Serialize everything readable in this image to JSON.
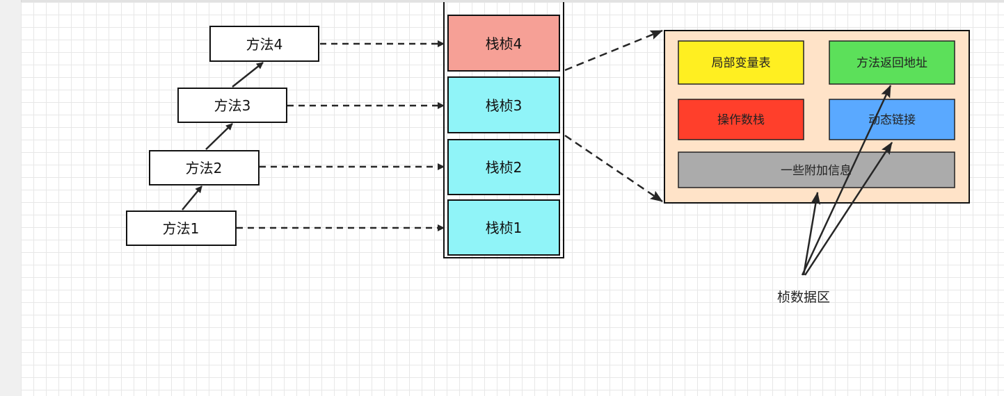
{
  "methods": [
    {
      "id": "m1",
      "label": "方法1"
    },
    {
      "id": "m2",
      "label": "方法2"
    },
    {
      "id": "m3",
      "label": "方法3"
    },
    {
      "id": "m4",
      "label": "方法4"
    }
  ],
  "frames": [
    {
      "id": "f1",
      "label": "栈桢1",
      "color": "#90f4f8"
    },
    {
      "id": "f2",
      "label": "栈桢2",
      "color": "#90f4f8"
    },
    {
      "id": "f3",
      "label": "栈桢3",
      "color": "#90f4f8"
    },
    {
      "id": "f4",
      "label": "栈桢4",
      "color": "#f6a096"
    }
  ],
  "frame_detail": {
    "background": "#ffe3c8",
    "items": [
      {
        "id": "local-vars",
        "label": "局部变量表",
        "color": "#ffef21"
      },
      {
        "id": "return-addr",
        "label": "方法返回地址",
        "color": "#5ce05a"
      },
      {
        "id": "operand-stack",
        "label": "操作数栈",
        "color": "#ff3f2b"
      },
      {
        "id": "dynamic-link",
        "label": "动态链接",
        "color": "#5aa9ff"
      },
      {
        "id": "extra-info",
        "label": "一些附加信息",
        "color": "#ababab"
      }
    ]
  },
  "frame_data_label": "桢数据区",
  "colors": {
    "stroke": "#111111",
    "arrow": "#262626"
  }
}
